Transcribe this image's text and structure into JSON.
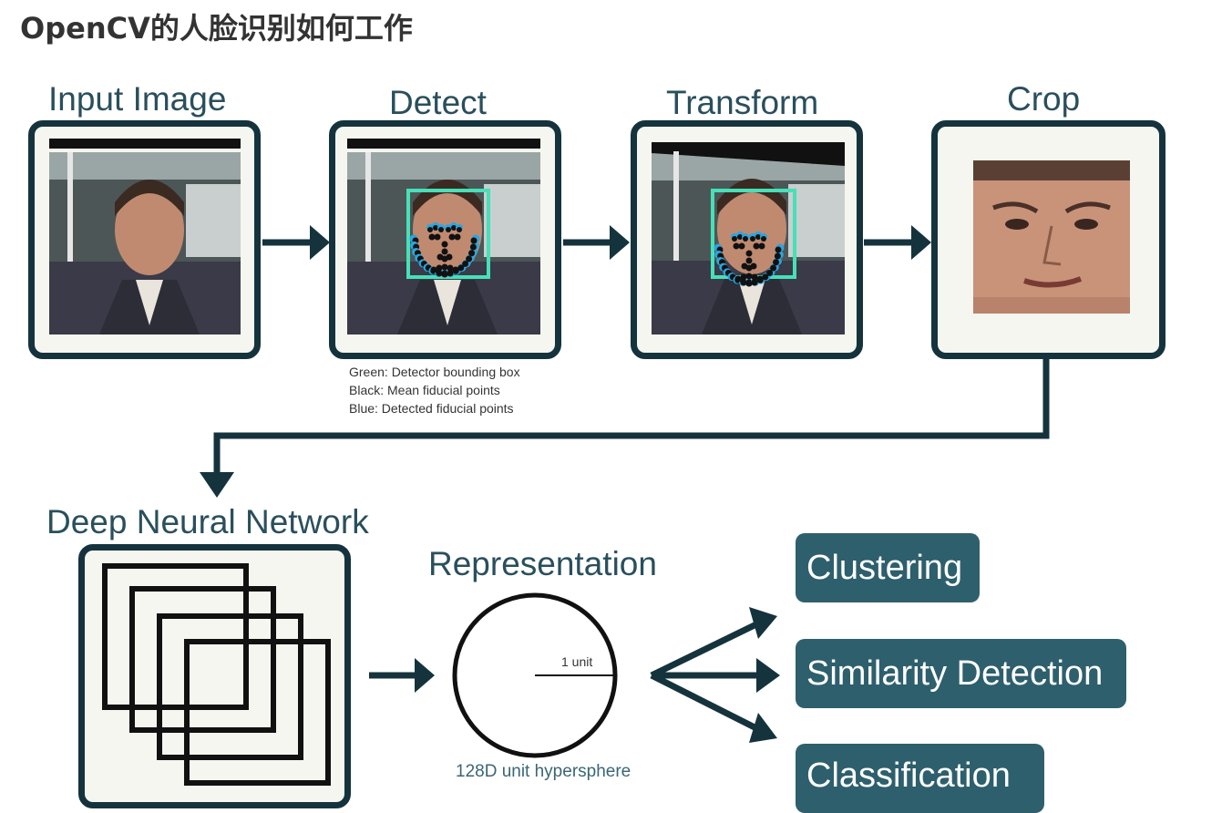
{
  "title": "OpenCV的人脸识别如何工作",
  "steps": {
    "input": "Input Image",
    "detect": "Detect",
    "transform": "Transform",
    "crop": "Crop"
  },
  "legend": {
    "green": "Green: Detector bounding box",
    "black": "Black: Mean fiducial points",
    "blue": "Blue: Detected fiducial points"
  },
  "dnn": "Deep Neural Network",
  "representation": {
    "label": "Representation",
    "radius": "1 unit",
    "caption": "128D unit hypersphere"
  },
  "outputs": [
    "Clustering",
    "Similarity Detection",
    "Classification"
  ],
  "colors": {
    "frame": "#15333d",
    "label": "#2a4f5c",
    "pill": "#2e5f6d",
    "bbox": "#47e0b8",
    "fiducial_blue": "#2aa6e0"
  }
}
